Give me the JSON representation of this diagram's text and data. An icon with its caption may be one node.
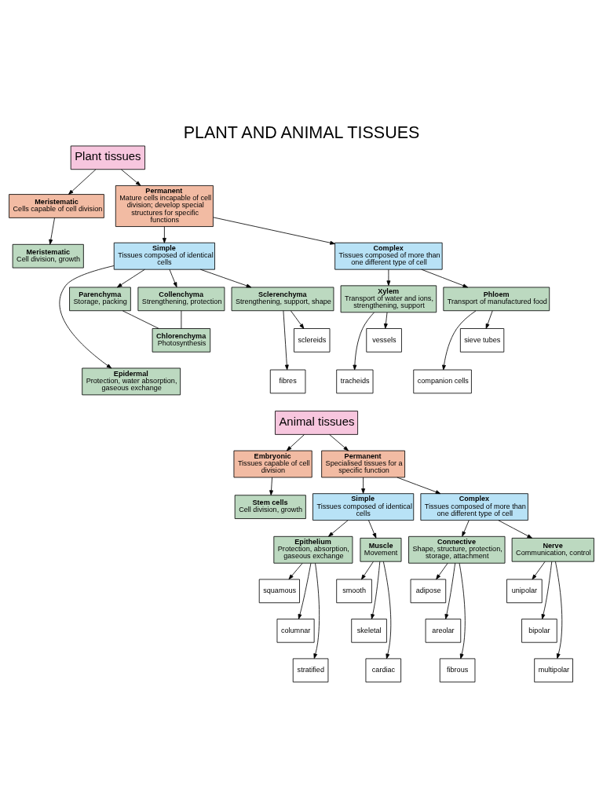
{
  "diagram": {
    "title": "PLANT AND ANIMAL TISSUES",
    "nodes": [
      {
        "text": [
          "Plant tissues"
        ]
      },
      {
        "text": [
          "Meristematic",
          "Cells capable of cell division"
        ]
      },
      {
        "text": [
          "Permanent",
          "Mature cells incapable of cell division; develop special structures for specific functions"
        ]
      },
      {
        "text": [
          "Meristematic",
          "Cell division, growth"
        ]
      },
      {
        "text": [
          "Simple",
          "Tissues composed of identical cells"
        ]
      },
      {
        "text": [
          "Complex",
          "Tissues composed of more than one different type of cell"
        ]
      },
      {
        "text": [
          "Epidermal",
          "Protection, water absorption, gaseous exchange"
        ]
      },
      {
        "text": [
          "Parenchyma",
          "Storage, packing"
        ]
      },
      {
        "text": [
          "Collenchyma",
          "Strengthening, protection"
        ]
      },
      {
        "text": [
          "Sclerenchyma",
          "Strengthening, support, shape"
        ]
      },
      {
        "text": [
          "Xylem",
          "Transport of water and ions, strengthening, support"
        ]
      },
      {
        "text": [
          "Phloem",
          "Transport of manufactured food"
        ]
      },
      {
        "text": [
          "Chlorenchyma",
          "Photosynthesis"
        ]
      },
      {
        "text": [
          "sclereids"
        ]
      },
      {
        "text": [
          "fibres"
        ]
      },
      {
        "text": [
          "vessels"
        ]
      },
      {
        "text": [
          "tracheids"
        ]
      },
      {
        "text": [
          "sieve tubes"
        ]
      },
      {
        "text": [
          "companion cells"
        ]
      },
      {
        "text": [
          "Animal tissues"
        ]
      },
      {
        "text": [
          "Embryonic",
          "Tissues capable of cell division"
        ]
      },
      {
        "text": [
          "Permanent",
          "Specialised tissues for a specific function"
        ]
      },
      {
        "text": [
          "Stem cells",
          "Cell division, growth"
        ]
      },
      {
        "text": [
          "Simple",
          "Tissues composed of identical cells"
        ]
      },
      {
        "text": [
          "Complex",
          "Tissues composed of more than one different type of cell"
        ]
      },
      {
        "text": [
          "Epithelium",
          "Protection, absorption, gaseous exchange"
        ]
      },
      {
        "text": [
          "Muscle",
          "Movement"
        ]
      },
      {
        "text": [
          "Connective",
          "Shape, structure, protection, storage, attachment"
        ]
      },
      {
        "text": [
          "Nerve",
          "Communication, control"
        ]
      },
      {
        "text": [
          "squamous"
        ]
      },
      {
        "text": [
          "columnar"
        ]
      },
      {
        "text": [
          "stratified"
        ]
      },
      {
        "text": [
          "smooth"
        ]
      },
      {
        "text": [
          "skeletal"
        ]
      },
      {
        "text": [
          "cardiac"
        ]
      },
      {
        "text": [
          "adipose"
        ]
      },
      {
        "text": [
          "areolar"
        ]
      },
      {
        "text": [
          "fibrous"
        ]
      },
      {
        "text": [
          "unipolar"
        ]
      },
      {
        "text": [
          "bipolar"
        ]
      },
      {
        "text": [
          "multipolar"
        ]
      }
    ],
    "edges": [
      {
        "from": 0,
        "to": 1,
        "arrow": "to"
      },
      {
        "from": 0,
        "to": 2,
        "arrow": "to"
      },
      {
        "from": 1,
        "to": 3,
        "arrow": "to"
      },
      {
        "from": 2,
        "to": 4,
        "arrow": "to"
      },
      {
        "from": 2,
        "to": 5,
        "arrow": "to"
      },
      {
        "from": 4,
        "to": 6,
        "arrow": "to"
      },
      {
        "from": 4,
        "to": 7,
        "arrow": "to"
      },
      {
        "from": 4,
        "to": 8,
        "arrow": "to"
      },
      {
        "from": 4,
        "to": 9,
        "arrow": "to"
      },
      {
        "from": 5,
        "to": 10,
        "arrow": "to"
      },
      {
        "from": 5,
        "to": 11,
        "arrow": "to"
      },
      {
        "from": 7,
        "to": 12,
        "arrow": "none"
      },
      {
        "from": 8,
        "to": 12,
        "arrow": "none"
      },
      {
        "from": 9,
        "to": 13,
        "arrow": "to"
      },
      {
        "from": 9,
        "to": 14,
        "arrow": "to"
      },
      {
        "from": 10,
        "to": 15,
        "arrow": "to"
      },
      {
        "from": 10,
        "to": 16,
        "arrow": "to"
      },
      {
        "from": 11,
        "to": 17,
        "arrow": "to"
      },
      {
        "from": 11,
        "to": 18,
        "arrow": "to"
      },
      {
        "from": 19,
        "to": 20,
        "arrow": "to"
      },
      {
        "from": 19,
        "to": 21,
        "arrow": "to"
      },
      {
        "from": 20,
        "to": 22,
        "arrow": "to"
      },
      {
        "from": 21,
        "to": 23,
        "arrow": "to"
      },
      {
        "from": 21,
        "to": 24,
        "arrow": "to"
      },
      {
        "from": 23,
        "to": 25,
        "arrow": "to"
      },
      {
        "from": 23,
        "to": 26,
        "arrow": "to"
      },
      {
        "from": 24,
        "to": 27,
        "arrow": "to"
      },
      {
        "from": 24,
        "to": 28,
        "arrow": "to"
      },
      {
        "from": 25,
        "to": 29,
        "arrow": "to"
      },
      {
        "from": 25,
        "to": 30,
        "arrow": "to"
      },
      {
        "from": 25,
        "to": 31,
        "arrow": "to"
      },
      {
        "from": 26,
        "to": 32,
        "arrow": "to"
      },
      {
        "from": 26,
        "to": 33,
        "arrow": "to"
      },
      {
        "from": 26,
        "to": 34,
        "arrow": "to"
      },
      {
        "from": 27,
        "to": 35,
        "arrow": "to"
      },
      {
        "from": 27,
        "to": 36,
        "arrow": "to"
      },
      {
        "from": 27,
        "to": 37,
        "arrow": "to"
      },
      {
        "from": 28,
        "to": 38,
        "arrow": "to"
      },
      {
        "from": 28,
        "to": 39,
        "arrow": "to"
      },
      {
        "from": 28,
        "to": 40,
        "arrow": "to"
      }
    ]
  }
}
